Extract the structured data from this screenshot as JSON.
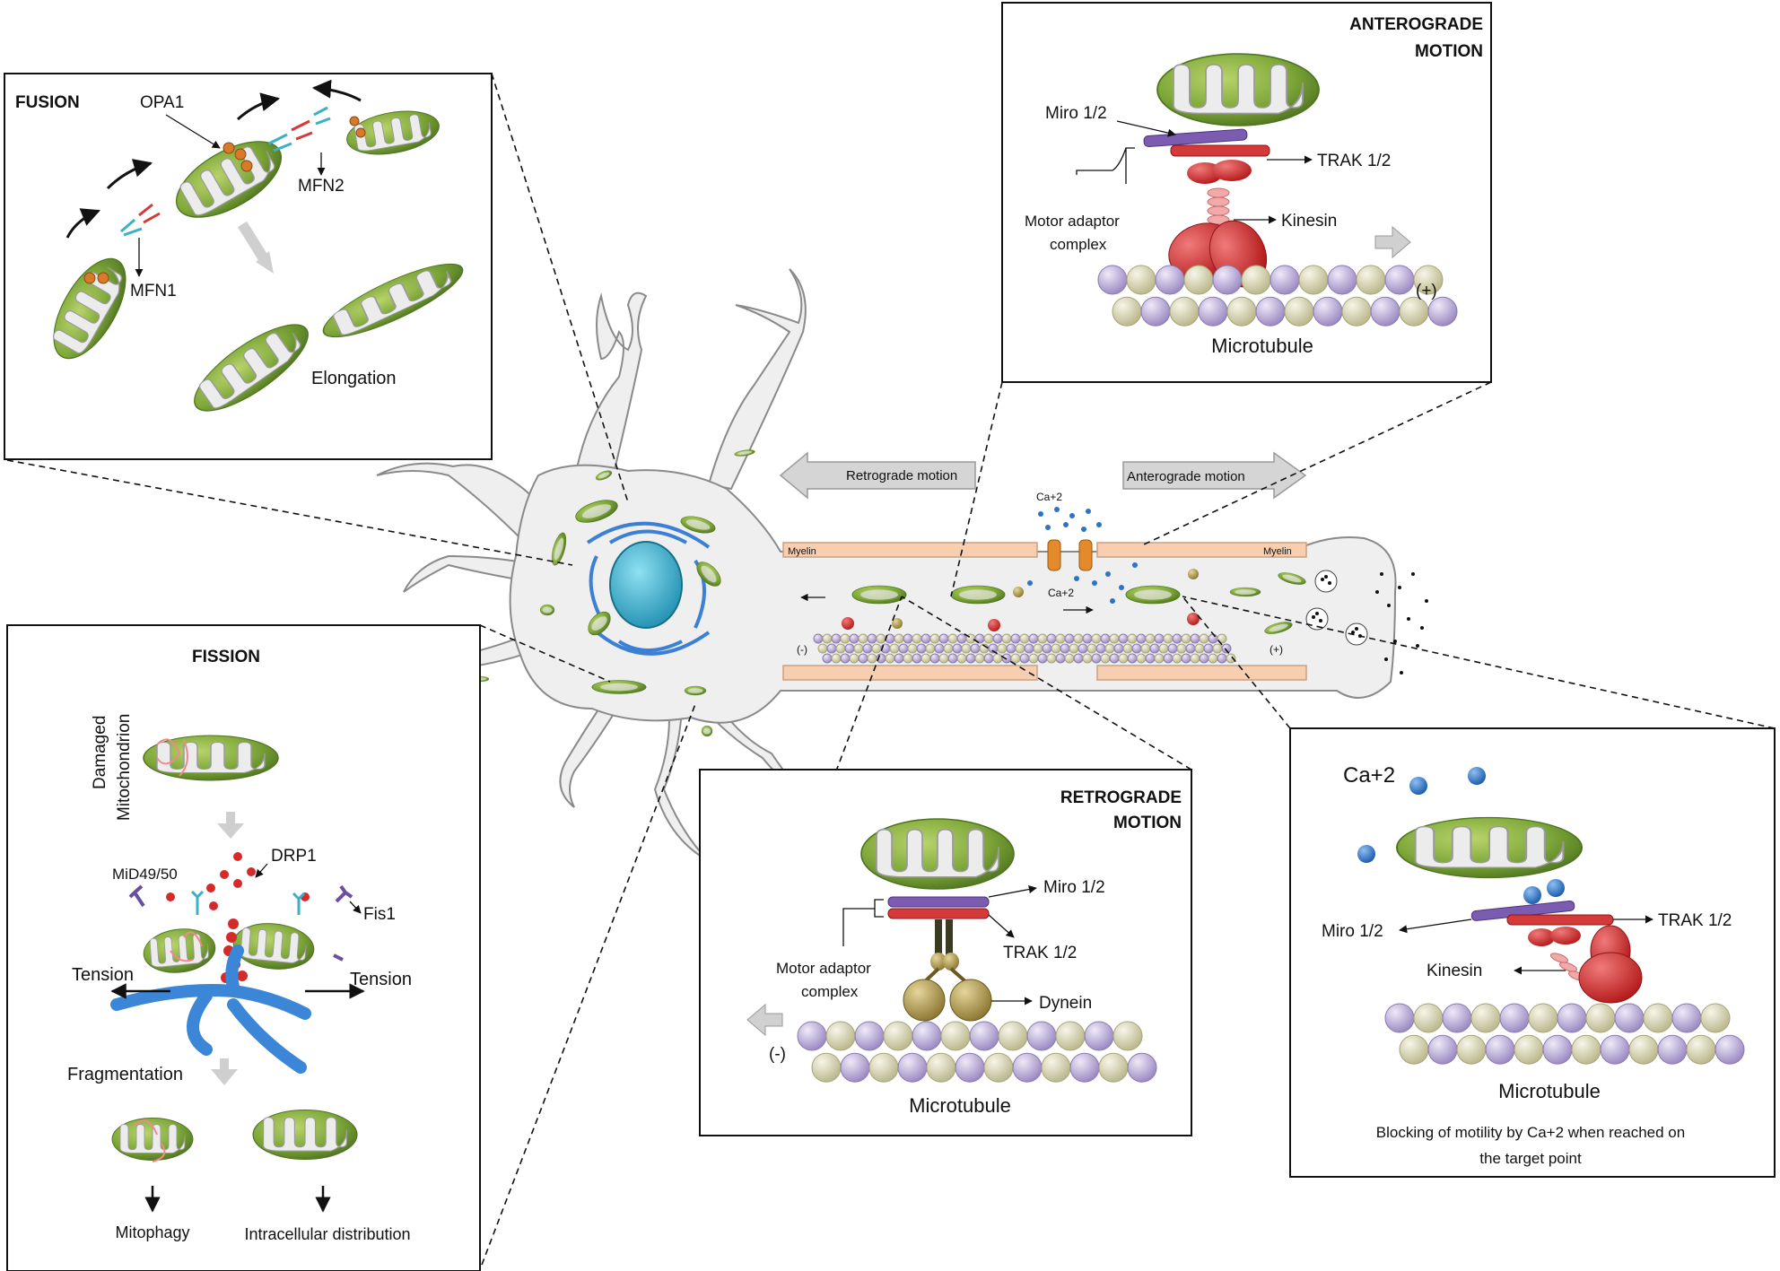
{
  "colors": {
    "mito_outer": "#7fa83a",
    "mito_inner": "#e8e8e8",
    "cell": "#efefef",
    "nucleus": "#2aa9c9",
    "er": "#3b7fd6",
    "myelin": "#f7cfb0",
    "tubulin_purple": "#b7a9d6",
    "tubulin_beige": "#d8d6b5",
    "kinesin": "#d02a2a",
    "dynein": "#b59a46",
    "miro": "#7b5cb0",
    "trak": "#d43a3a",
    "calcium": "#2f73c9",
    "arrow_grey": "#cfcfcf"
  },
  "fusion": {
    "title": "FUSION",
    "opa1": "OPA1",
    "mfn2": "MFN2",
    "mfn1": "MFN1",
    "elongation": "Elongation"
  },
  "anterograde": {
    "title_line1": "ANTEROGRADE",
    "title_line2": "MOTION",
    "miro": "Miro 1/2",
    "trak": "TRAK 1/2",
    "kinesin": "Kinesin",
    "adaptor_line1": "Motor adaptor",
    "adaptor_line2": "complex",
    "plus": "(+)",
    "microtubule": "Microtubule"
  },
  "neuron": {
    "retrograde_arrow": "Retrograde motion",
    "anterograde_arrow": "Anterograde motion",
    "myelin_left": "Myelin",
    "myelin_right": "Myelin",
    "ca_top": "Ca+2",
    "ca_mid": "Ca+2",
    "minus": "(-)",
    "plus": "(+)"
  },
  "fission": {
    "title": "FISSION",
    "damaged_line1": "Damaged",
    "damaged_line2": "Mitochondrion",
    "mid49": "MiD49/50",
    "drp1": "DRP1",
    "fis1": "Fis1",
    "tension_left": "Tension",
    "tension_right": "Tension",
    "fragmentation": "Fragmentation",
    "mitophagy": "Mitophagy",
    "distribution": "Intracellular distribution"
  },
  "retrograde": {
    "title_line1": "RETROGRADE",
    "title_line2": "MOTION",
    "miro": "Miro 1/2",
    "trak": "TRAK 1/2",
    "adaptor_line1": "Motor adaptor",
    "adaptor_line2": "complex",
    "dynein": "Dynein",
    "minus": "(-)",
    "microtubule": "Microtubule"
  },
  "calcium_panel": {
    "ca": "Ca+2",
    "miro": "Miro 1/2",
    "trak": "TRAK 1/2",
    "kinesin": "Kinesin",
    "microtubule": "Microtubule",
    "caption_line1": "Blocking of motility by Ca+2 when reached on",
    "caption_line2": "the target point"
  }
}
